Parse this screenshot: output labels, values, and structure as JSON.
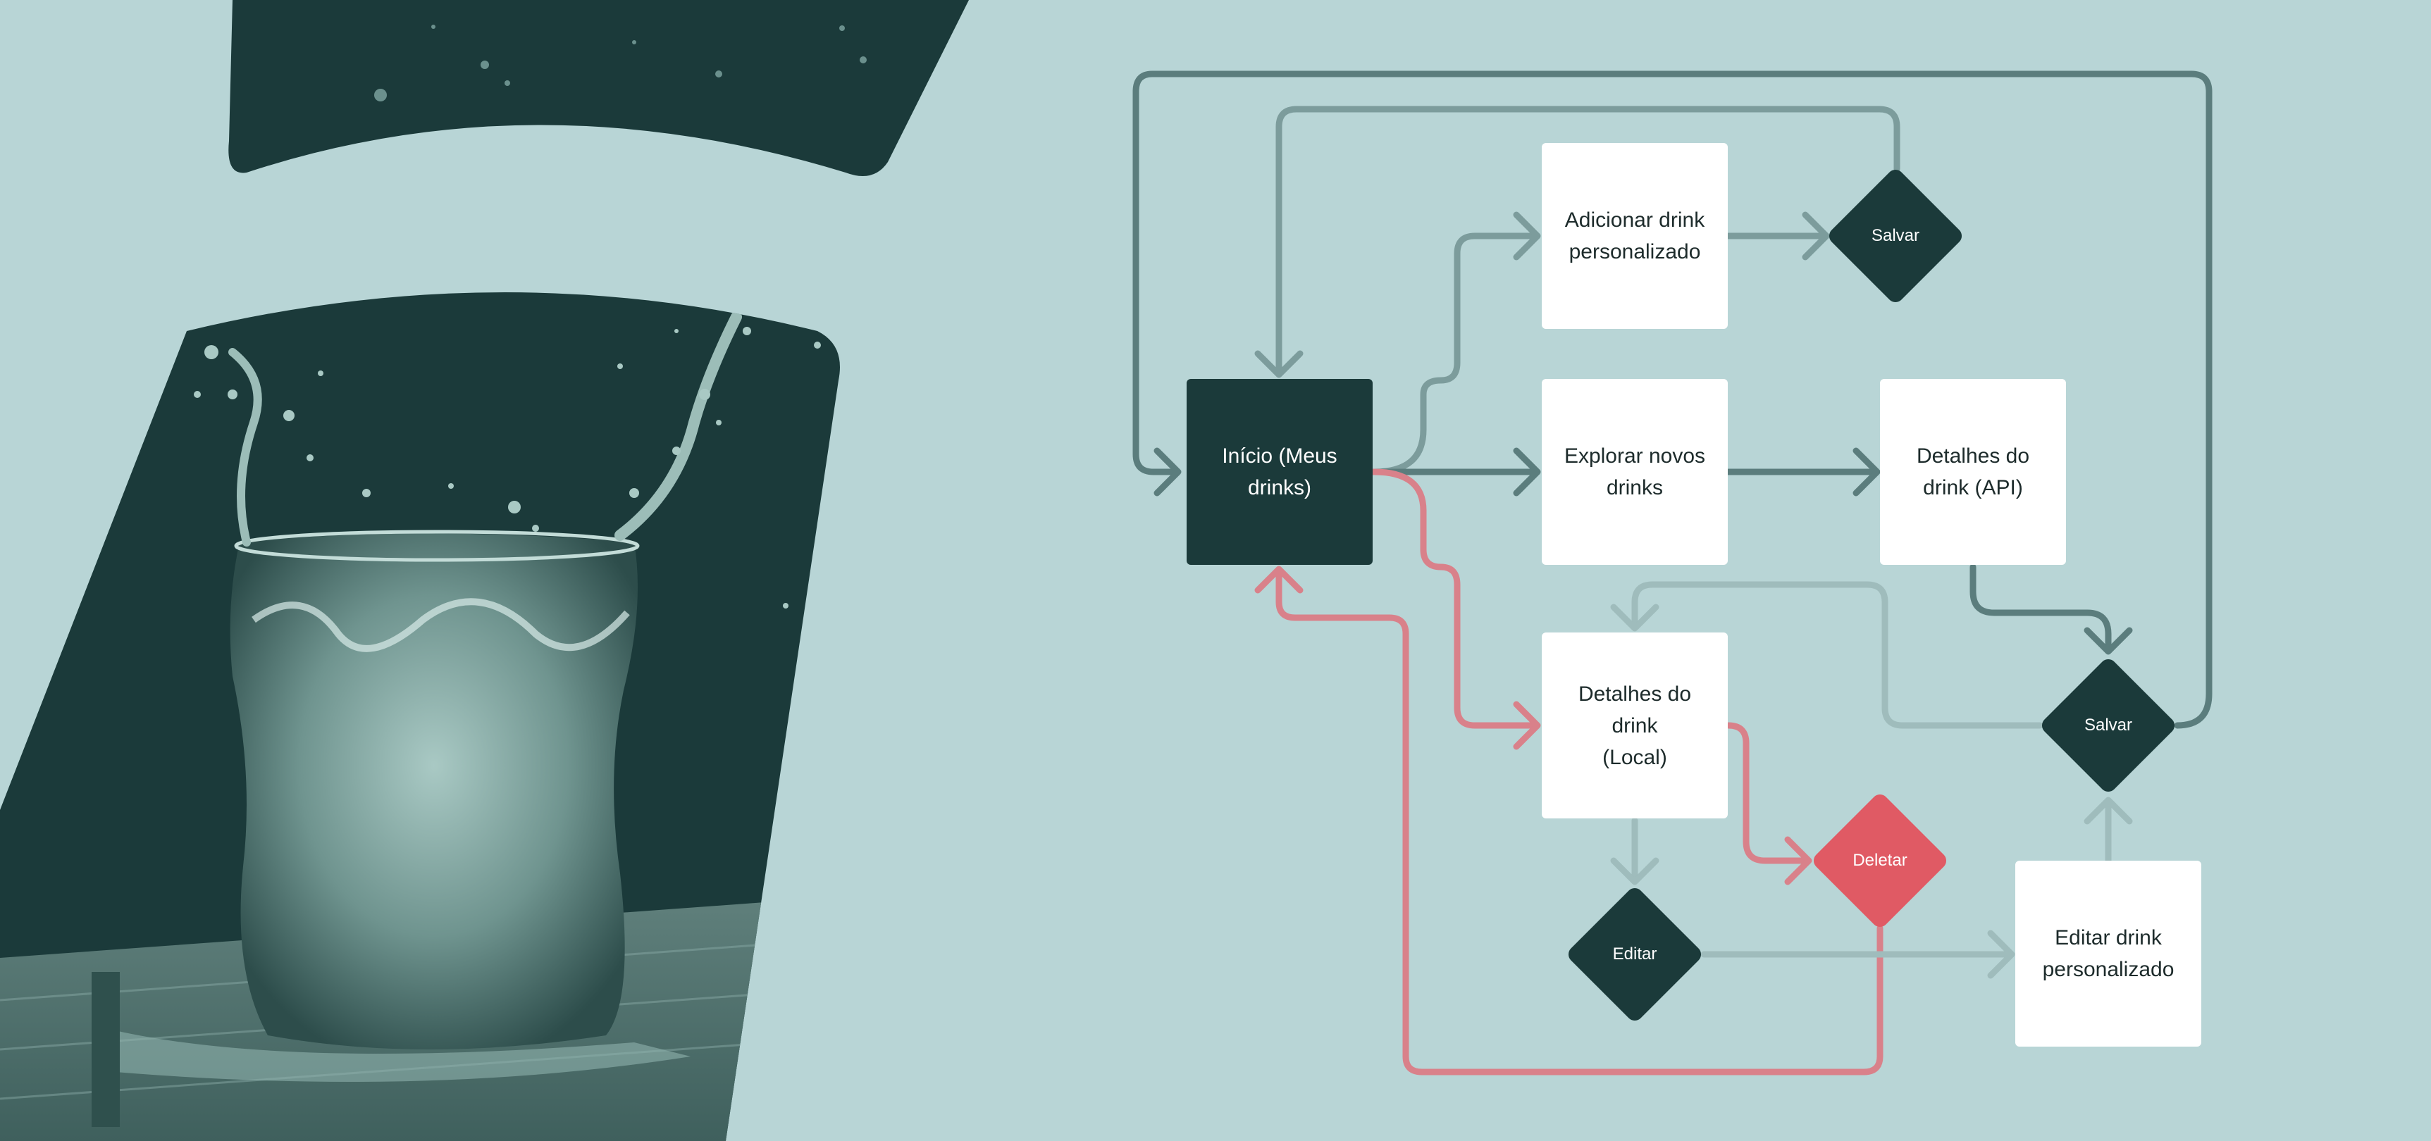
{
  "colors": {
    "background": "#b8d5d6",
    "photo_tint": "#1b3a3a",
    "node_dark": "#1b3a3a",
    "node_light": "#ffffff",
    "decision_dark": "#1b3a3a",
    "decision_delete": "#e05a64",
    "connector_dark": "#5b7d7d",
    "connector_mid": "#7c9c9c",
    "connector_light": "#9fbcbc",
    "connector_red": "#d9818a"
  },
  "illustration": {
    "subject": "water splashing out of a glass on a wooden surface, duotone green"
  },
  "nodes": {
    "inicio": "Início (Meus\ndrinks)",
    "adicionar": "Adicionar drink\npersonalizado",
    "explorar": "Explorar novos\ndrinks",
    "detalhes_api": "Detalhes do\ndrink (API)",
    "detalhes_local": "Detalhes do\ndrink\n(Local)",
    "editar_form": "Editar drink\npersonalizado"
  },
  "decisions": {
    "salvar_top": "Salvar",
    "salvar_right": "Salvar",
    "deletar": "Deletar",
    "editar": "Editar"
  }
}
